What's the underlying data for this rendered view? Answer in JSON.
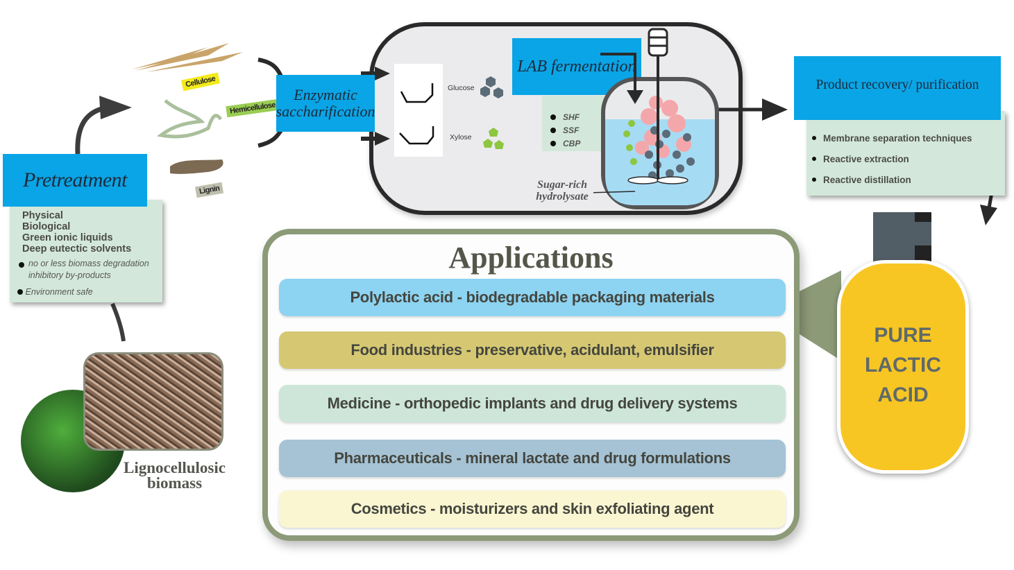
{
  "pretreatment": {
    "title": "Pretreatment",
    "methods": [
      "Physical",
      "Biological",
      "Green ionic liquids",
      "Deep eutectic solvents"
    ],
    "benefits": [
      "no or less biomass degradation inhibitory by-products",
      "Environment safe"
    ]
  },
  "components": {
    "cellulose": "Cellulose",
    "hemicellulose": "Hemicellulose",
    "lignin": "Lignin"
  },
  "enzymatic": {
    "title": "Enzymatic saccharification"
  },
  "sugars": {
    "glucose": "Glucose",
    "xylose": "Xylose"
  },
  "fermentation": {
    "title": "LAB fermentation",
    "modes": [
      "SHF",
      "SSF",
      "CBP"
    ],
    "hydrolysate_label": "Sugar-rich hydrolysate"
  },
  "recovery": {
    "title": "Product recovery/ purification",
    "techniques": [
      "Membrane separation techniques",
      "Reactive extraction",
      "Reactive distillation"
    ]
  },
  "product": {
    "label_lines": [
      "PURE",
      "LACTIC",
      "ACID"
    ]
  },
  "applications": {
    "title": "Applications",
    "items": [
      {
        "text": "Polylactic acid - biodegradable packaging materials",
        "color": "#8dd3f2"
      },
      {
        "text": "Food industries -  preservative, acidulant, emulsifier",
        "color": "#d6c873"
      },
      {
        "text": "Medicine - orthopedic implants and drug delivery systems",
        "color": "#cde6d9"
      },
      {
        "text": "Pharmaceuticals - mineral lactate and drug formulations",
        "color": "#a6c3d5"
      },
      {
        "text": "Cosmetics - moisturizers and skin exfoliating agent",
        "color": "#fbf6d2"
      }
    ]
  },
  "biomass": {
    "label_line1": "Lignocellulosic",
    "label_line2": "biomass"
  },
  "colors": {
    "accent_blue": "#0aa5e6",
    "panel_green": "#d3e8da",
    "frame_green": "#8c9a78",
    "bottle_yellow": "#f8c623"
  }
}
